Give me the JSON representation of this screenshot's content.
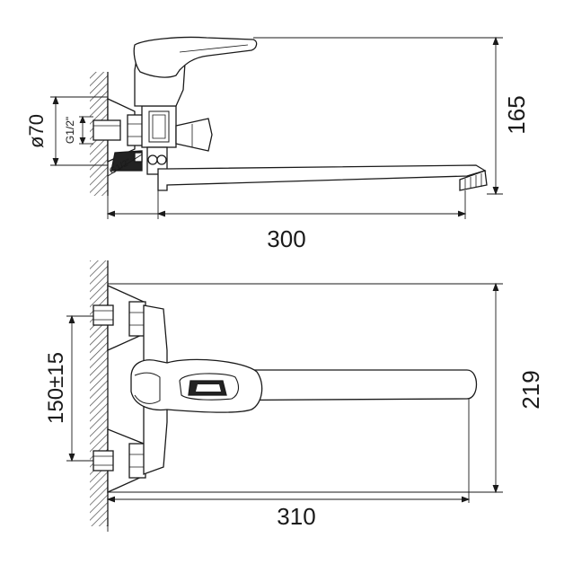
{
  "drawing": {
    "side_view": {
      "dimensions": {
        "height": "165",
        "length": "300",
        "flange_diameter": "ø70",
        "thread_label": "G1/2\"",
        "thread_label_2": "G1/2\""
      }
    },
    "top_view": {
      "dimensions": {
        "height": "219",
        "length": "310",
        "center_distance": "150±15"
      }
    }
  },
  "colors": {
    "line": "#1a1a1a",
    "hatch": "#4a4a4a",
    "fill": "#ffffff",
    "dark": "#222222"
  }
}
